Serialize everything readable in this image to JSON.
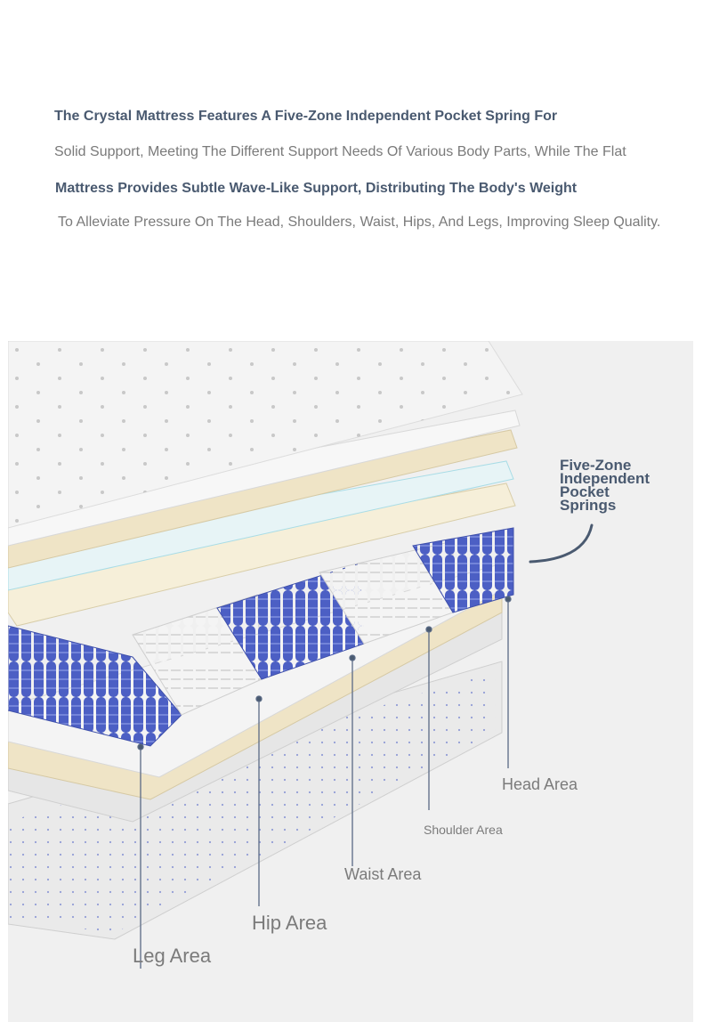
{
  "description": {
    "line1": "The Crystal Mattress Features A Five-Zone Independent Pocket Spring For",
    "line2": "Solid Support, Meeting The Different Support Needs Of Various Body Parts, While The Flat",
    "line3": "Mattress Provides Subtle Wave-Like Support, Distributing The Body's Weight",
    "line4": "To Alleviate Pressure On The Head, Shoulders, Waist, Hips, And Legs, Improving Sleep Quality."
  },
  "callout": {
    "line1": "Five-Zone",
    "line2": "Independent",
    "line3": "Pocket",
    "line4": "Springs"
  },
  "zones": {
    "head": "Head Area",
    "shoulder": "Shoulder Area",
    "waist": "Waist Area",
    "hip": "Hip Area",
    "leg": "Leg Area"
  },
  "colors": {
    "accent_text": "#4a5a70",
    "spring_blue": "#4c5fc4",
    "spring_white": "#f2f2f2",
    "cream_layer": "#efe4c6",
    "label_gray": "#7b7b7b"
  }
}
